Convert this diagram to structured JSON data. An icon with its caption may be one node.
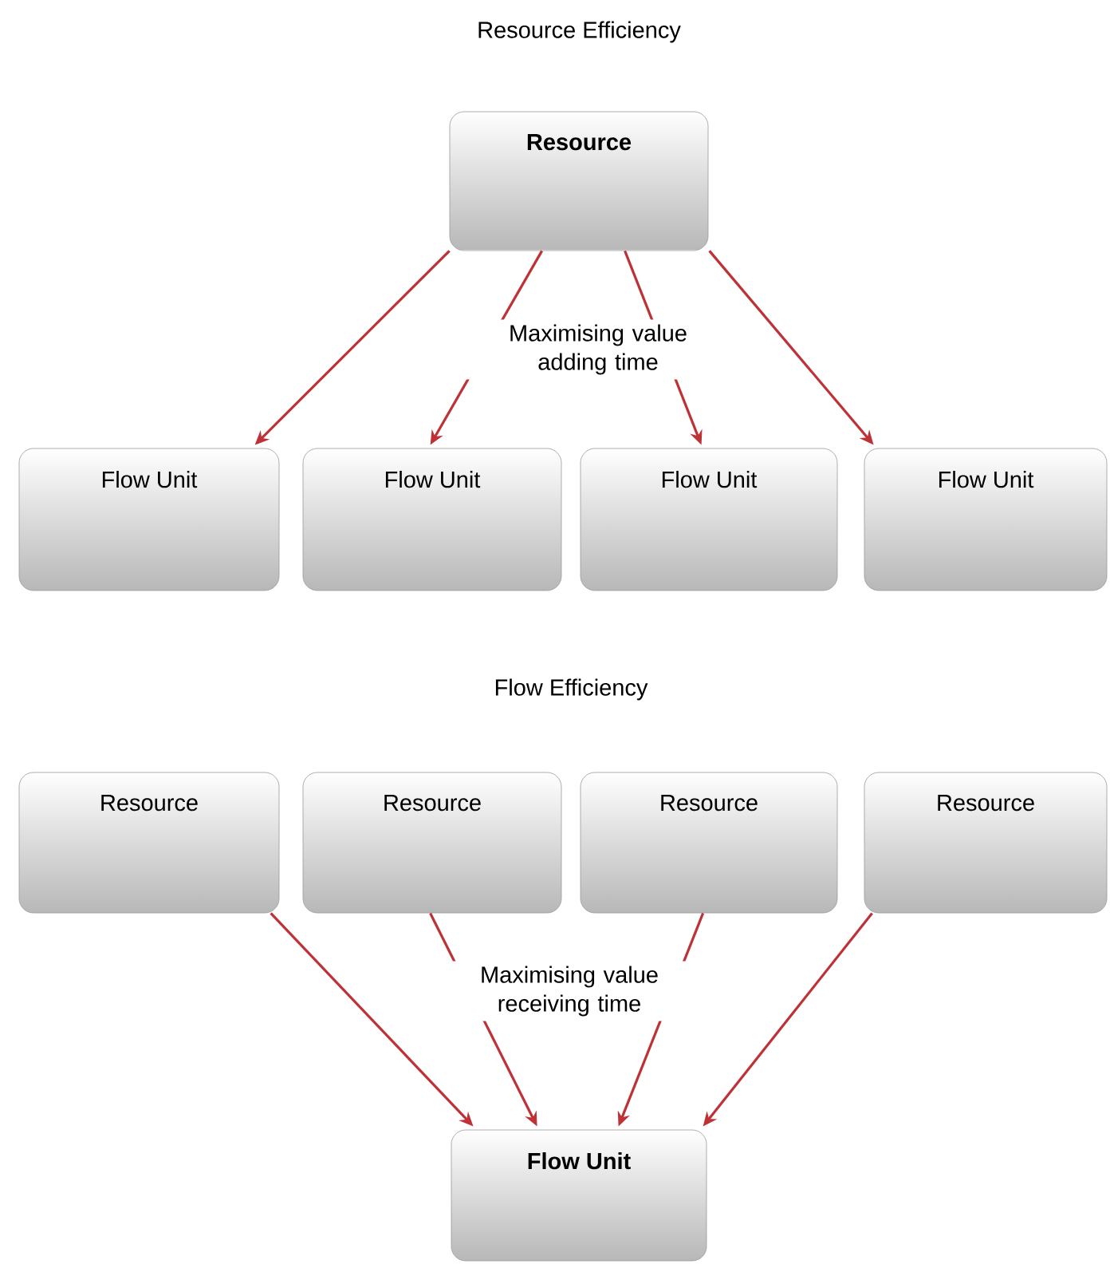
{
  "diagram": {
    "nodes": [
      {
        "text": [
          "**Resource**"
        ]
      },
      {
        "text": [
          "Flow Unit"
        ]
      },
      {
        "text": [
          "Flow Unit"
        ]
      },
      {
        "text": [
          "Flow Unit"
        ]
      },
      {
        "text": [
          "Flow Unit"
        ]
      },
      {
        "text": [
          "Resource"
        ]
      },
      {
        "text": [
          "Resource"
        ]
      },
      {
        "text": [
          "Resource"
        ]
      },
      {
        "text": [
          "Resource"
        ]
      },
      {
        "text": [
          "**Flow Unit**"
        ]
      }
    ],
    "edges": [
      {
        "from": 0,
        "to": 1,
        "arrow": "to"
      },
      {
        "from": 0,
        "to": 2,
        "arrow": "to"
      },
      {
        "from": 0,
        "to": 3,
        "arrow": "to"
      },
      {
        "from": 0,
        "to": 4,
        "arrow": "to"
      },
      {
        "from": 5,
        "to": 9,
        "arrow": "to"
      },
      {
        "from": 6,
        "to": 9,
        "arrow": "to"
      },
      {
        "from": 7,
        "to": 9,
        "arrow": "to"
      },
      {
        "from": 8,
        "to": 9,
        "arrow": "to"
      }
    ],
    "labels": [
      "Resource Efficiency",
      "Maximising value adding time",
      "Flow Efficiency",
      "Maximising value receiving time"
    ]
  }
}
